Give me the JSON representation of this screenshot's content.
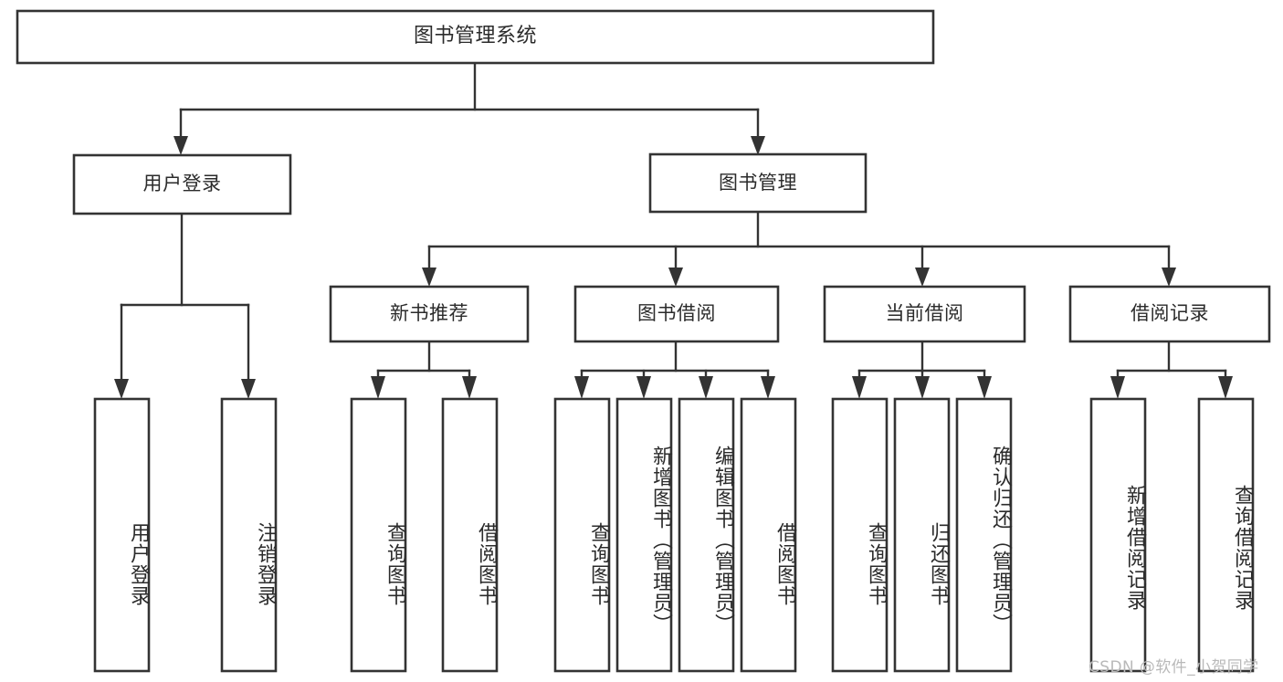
{
  "diagram": {
    "type": "hierarchy-tree",
    "title_node": {
      "id": "root",
      "label": "图书管理系统"
    },
    "level2": [
      {
        "id": "user-login",
        "label": "用户登录"
      },
      {
        "id": "book-management",
        "label": "图书管理"
      }
    ],
    "level3": [
      {
        "id": "new-book-recommend",
        "label": "新书推荐",
        "parent": "book-management"
      },
      {
        "id": "book-borrow",
        "label": "图书借阅",
        "parent": "book-management"
      },
      {
        "id": "current-borrow",
        "label": "当前借阅",
        "parent": "book-management"
      },
      {
        "id": "borrow-record",
        "label": "借阅记录",
        "parent": "book-management"
      }
    ],
    "leaves": [
      {
        "id": "leaf-user-login",
        "label": "用户登录",
        "parent": "user-login"
      },
      {
        "id": "leaf-logout-login",
        "label": "注销登录",
        "parent": "user-login"
      },
      {
        "id": "leaf-query-book-1",
        "label": "查询图书",
        "parent": "new-book-recommend"
      },
      {
        "id": "leaf-borrow-book-1",
        "label": "借阅图书",
        "parent": "new-book-recommend"
      },
      {
        "id": "leaf-query-book-2",
        "label": "查询图书",
        "parent": "book-borrow"
      },
      {
        "id": "leaf-add-book",
        "label": "新增图书（管理员）",
        "parent": "book-borrow"
      },
      {
        "id": "leaf-edit-book",
        "label": "编辑图书（管理员）",
        "parent": "book-borrow"
      },
      {
        "id": "leaf-borrow-book-2",
        "label": "借阅图书",
        "parent": "book-borrow"
      },
      {
        "id": "leaf-query-book-3",
        "label": "查询图书",
        "parent": "current-borrow"
      },
      {
        "id": "leaf-return-book",
        "label": "归还图书",
        "parent": "current-borrow"
      },
      {
        "id": "leaf-confirm-return",
        "label": "确认归还（管理员）",
        "parent": "current-borrow"
      },
      {
        "id": "leaf-add-record",
        "label": "新增借阅记录",
        "parent": "borrow-record"
      },
      {
        "id": "leaf-query-record",
        "label": "查询借阅记录",
        "parent": "borrow-record"
      }
    ],
    "colors": {
      "stroke": "#333333",
      "fill": "#ffffff",
      "text": "#2b2b2b",
      "watermark": "#b9b9b9",
      "background": "#ffffff"
    }
  },
  "watermark": {
    "text": "CSDN @软件_小贺同学"
  }
}
